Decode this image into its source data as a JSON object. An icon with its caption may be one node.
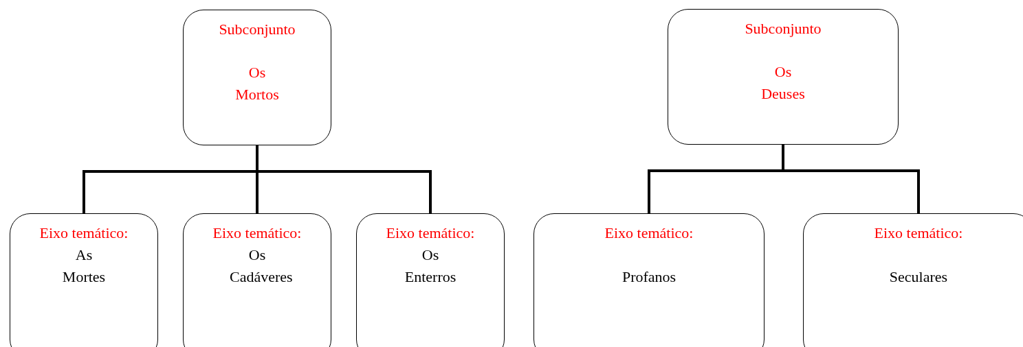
{
  "diagram": {
    "nodes": [
      {
        "text": [
          "Subconjunto",
          "Os Mortos"
        ]
      },
      {
        "text": [
          "Eixo temático:",
          "As Mortes"
        ]
      },
      {
        "text": [
          "Eixo temático:",
          "Os Cadáveres"
        ]
      },
      {
        "text": [
          "Eixo temático:",
          "Os Enterros"
        ]
      },
      {
        "text": [
          "Subconjunto",
          "Os Deuses"
        ]
      },
      {
        "text": [
          "Eixo temático:",
          "Profanos"
        ]
      },
      {
        "text": [
          "Eixo temático:",
          "Seculares"
        ]
      }
    ],
    "edges": [
      {
        "from": 0,
        "to": 1,
        "arrow": "none"
      },
      {
        "from": 0,
        "to": 2,
        "arrow": "none"
      },
      {
        "from": 0,
        "to": 3,
        "arrow": "none"
      },
      {
        "from": 4,
        "to": 5,
        "arrow": "none"
      },
      {
        "from": 4,
        "to": 6,
        "arrow": "none"
      }
    ]
  }
}
